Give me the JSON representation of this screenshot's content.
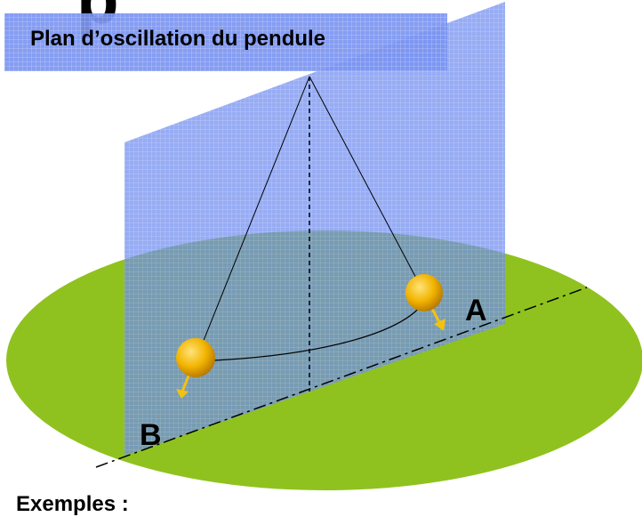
{
  "diagram": {
    "title": "Plan d’oscillation du pendule",
    "top_letter": "p",
    "point_a": "A",
    "point_b": "B",
    "examples_heading": "Exemples :"
  },
  "colors": {
    "ground": "#8fc21f",
    "plane": "#6f8cf0",
    "bob": "#f2b400",
    "arrow": "#f4c20d",
    "line": "#000000"
  },
  "icons": {
    "bob_left": "pendulum-bob",
    "bob_right": "pendulum-bob"
  }
}
